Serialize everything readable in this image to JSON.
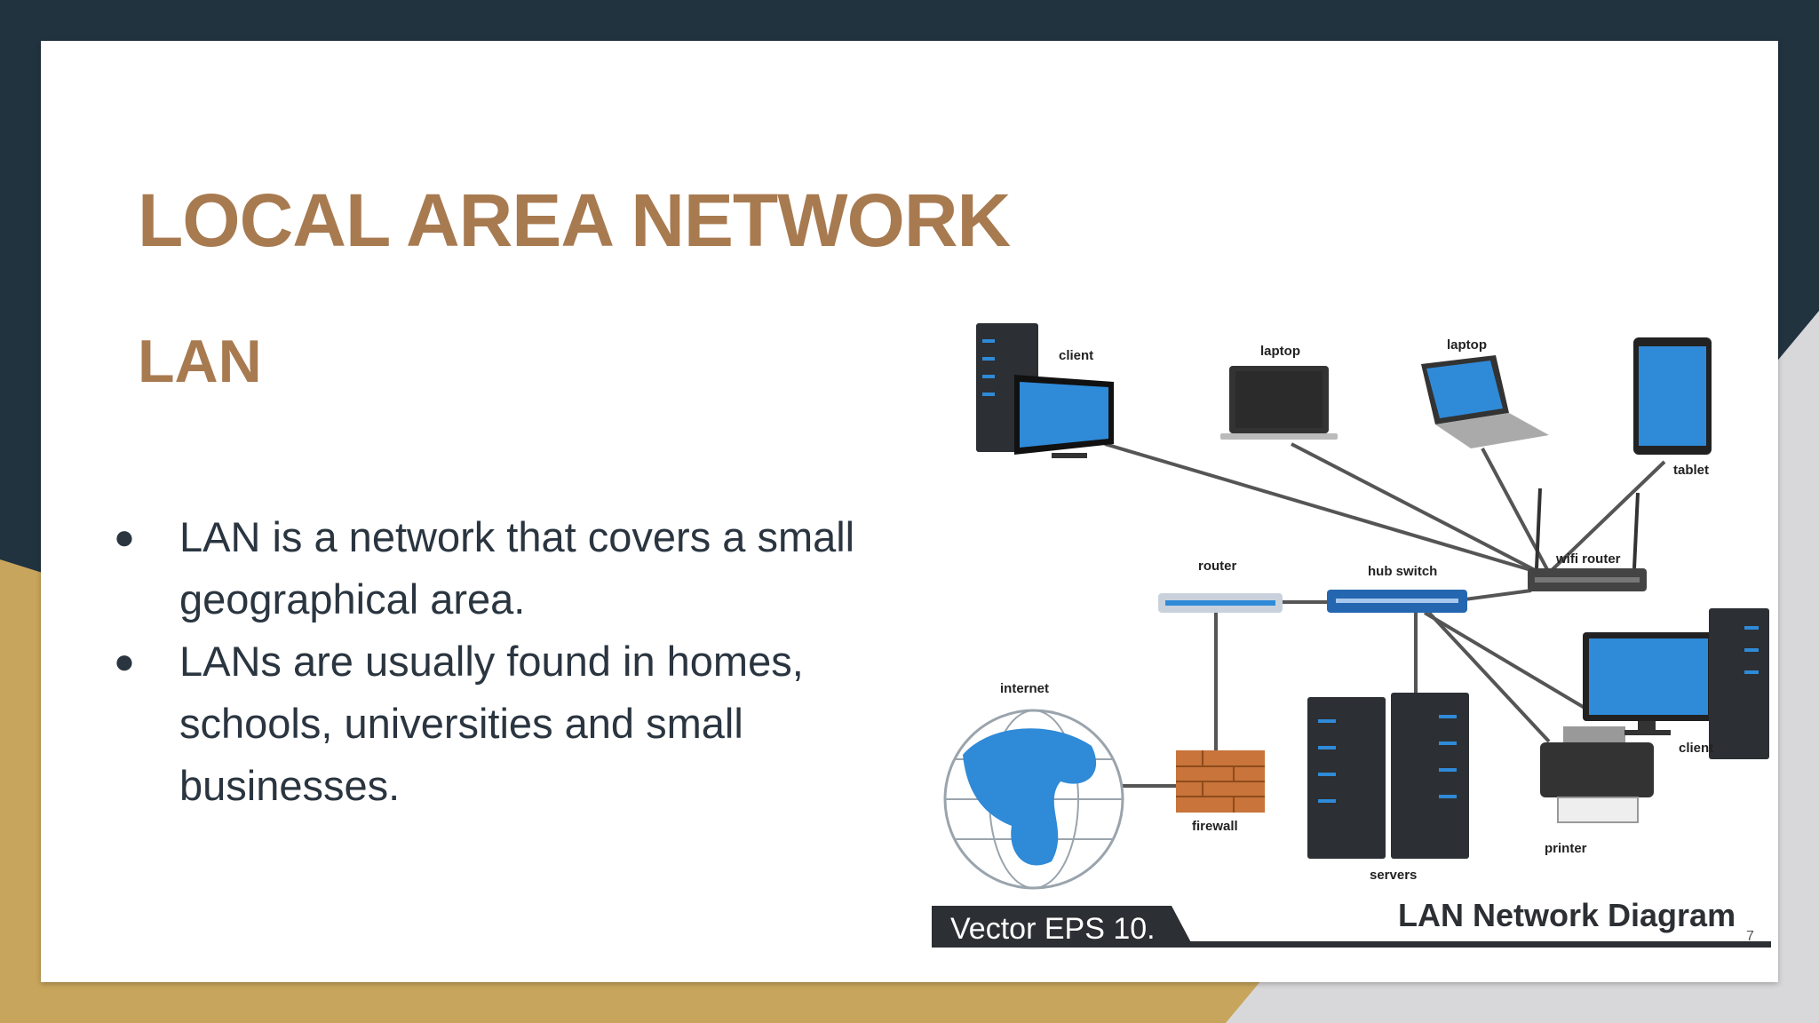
{
  "slide": {
    "title": "LOCAL AREA NETWORK",
    "subtitle": "LAN",
    "bullets": [
      "LAN is a network that covers a small geographical area.",
      "LANs are usually found in homes, schools, universities and small businesses."
    ],
    "page_number": "7"
  },
  "diagram": {
    "labels": {
      "client_top": "client",
      "laptop_1": "laptop",
      "laptop_2": "laptop",
      "tablet": "tablet",
      "wifi_router": "wifi router",
      "router": "router",
      "hub_switch": "hub switch",
      "internet": "internet",
      "firewall": "firewall",
      "servers": "servers",
      "printer": "printer",
      "client_right": "client"
    },
    "footer_left": "Vector EPS 10.",
    "footer_right": "LAN Network Diagram"
  },
  "colors": {
    "title": "#A87A50",
    "background_dark": "#223340",
    "background_gold": "#C8A55C",
    "background_grey": "#D8D8DA",
    "body_text": "#2a3540",
    "device_blue": "#2F8AD8"
  }
}
